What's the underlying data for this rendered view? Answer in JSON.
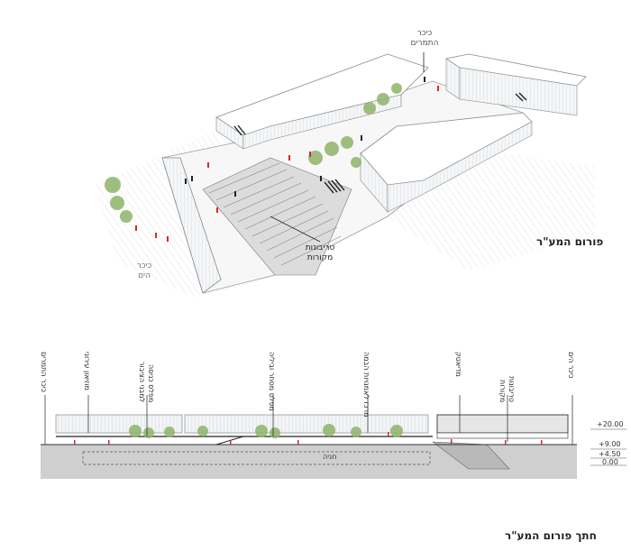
{
  "aerial": {
    "title": "פורום המע\"ר",
    "labels": {
      "kikar_hatmarim_1": "כיכר",
      "kikar_hatmarim_2": "התמרים",
      "tribunot_1": "טריבונות",
      "tribunot_2": "מקורות",
      "kikar_hayam_1": "כיכר",
      "kikar_hayam_2": "הים"
    }
  },
  "section": {
    "title": "חתך פורום המע\"ר",
    "vertical_labels": [
      "כיכר התמרים",
      "מוזיאון עירוני",
      "מפלס כניסה למבני הציבור",
      "מפלס מסחר וביליה",
      "מרכז לאמנויות הבמה",
      "מדיאטק",
      "טריבונות מקורות",
      "כיכר הים"
    ],
    "levels": [
      "+20.00",
      "+9.00",
      "+4.50",
      "0.00"
    ],
    "parking_label": "חניה"
  },
  "colors": {
    "accent_red": "#d9262b",
    "tree_green": "#8fb46a",
    "ground_gray": "#cfcfcf"
  }
}
